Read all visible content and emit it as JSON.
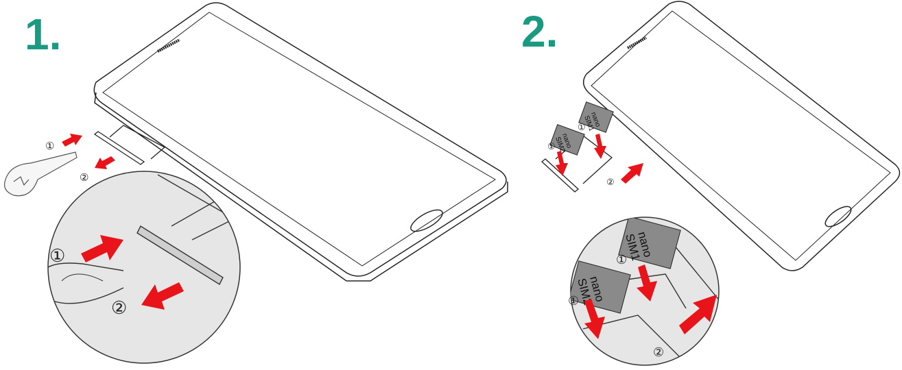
{
  "steps": [
    {
      "number": "1.",
      "markers": [
        "①",
        "②"
      ]
    },
    {
      "number": "2.",
      "markers": [
        "①",
        "②"
      ],
      "cards": [
        {
          "line1": "nano",
          "line2": "SIM1"
        },
        {
          "line1": "nano",
          "line2": "SIM2"
        }
      ]
    }
  ],
  "colors": {
    "accent": "#1a9a80",
    "arrow": "#e8141a",
    "sim": "#8a8a8a"
  }
}
